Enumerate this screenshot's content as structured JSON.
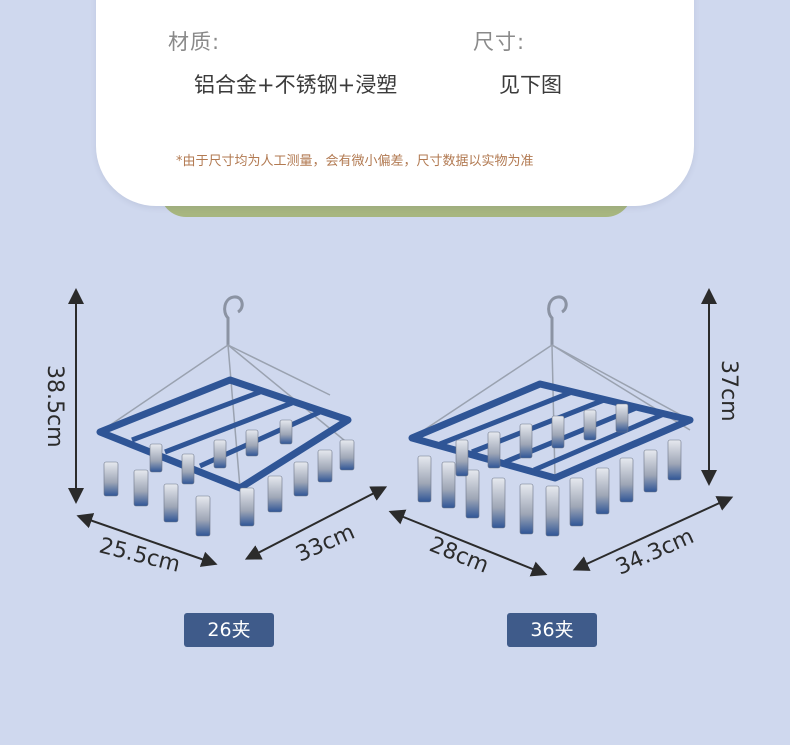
{
  "spec": {
    "material_label": "材质:",
    "material_value": "铝合金+不锈钢+浸塑",
    "size_label": "尺寸:",
    "size_value": "见下图",
    "note": "*由于尺寸均为人工测量，会有微小偏差，尺寸数据以实物为准"
  },
  "products": [
    {
      "height": "38.5cm",
      "width": "25.5cm",
      "length": "33cm",
      "badge": "26夹"
    },
    {
      "height": "37cm",
      "width": "28cm",
      "length": "34.3cm",
      "badge": "36夹"
    }
  ],
  "colors": {
    "background": "#cfd8ee",
    "frame": "#2f5596",
    "badge": "#3f5b8a",
    "accent": "#a7b67f"
  }
}
